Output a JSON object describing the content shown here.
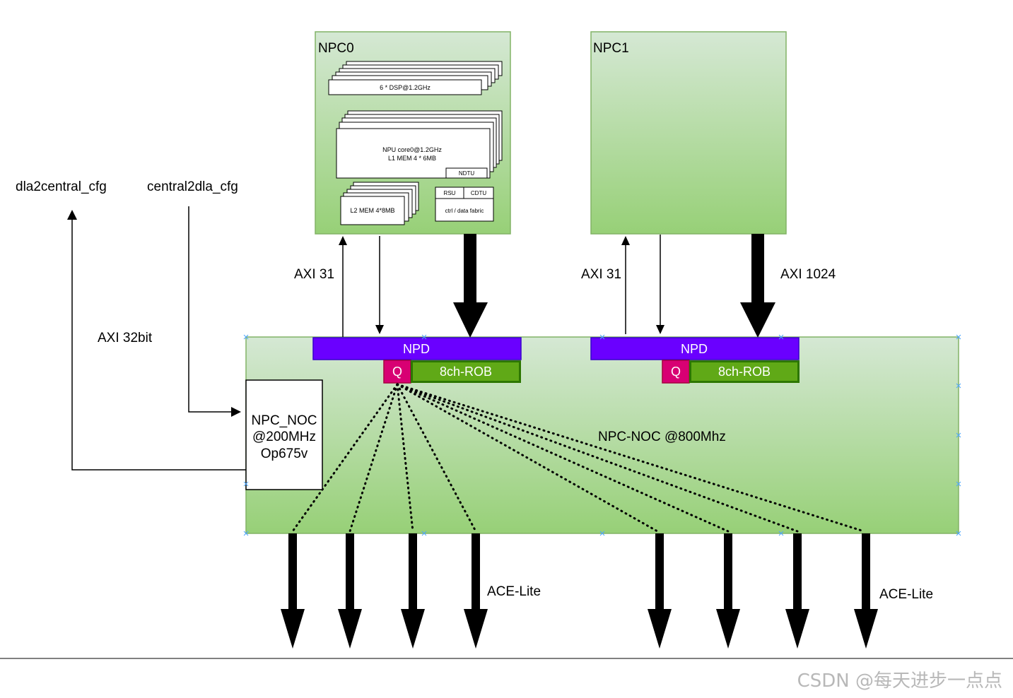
{
  "npc0": {
    "title": "NPC0",
    "dsp": "6 * DSP@1.2GHz",
    "npu_line1": "NPU core0@1.2GHz",
    "npu_line2": "L1 MEM 4 * 6MB",
    "ndtu": "NDTU",
    "l2mem": "L2 MEM 4*8MB",
    "rsu": "RSU",
    "cdtu": "CDTU",
    "fabric": "ctrl / data fabric"
  },
  "npc1": {
    "title": "NPC1"
  },
  "links": {
    "axi31_left": "AXI 31",
    "axi31_right": "AXI 31",
    "axi1024": "AXI 1024",
    "axi32": "AXI 32bit"
  },
  "cfg": {
    "dla2central": "dla2central_cfg",
    "central2dla": "central2dla_cfg"
  },
  "npd_left": {
    "label": "NPD",
    "q": "Q",
    "rob": "8ch-ROB"
  },
  "npd_right": {
    "label": "NPD",
    "q": "Q",
    "rob": "8ch-ROB"
  },
  "npc_noc": {
    "line1": "NPC_NOC",
    "line2": "@200MHz",
    "line3": "Op675v"
  },
  "noc_label": "NPC-NOC @800Mhz",
  "ace_left": "ACE-Lite",
  "ace_right": "ACE-Lite",
  "watermark": "CSDN @每天进步一点点",
  "colors": {
    "green_top": "#d5e8d4",
    "green_bottom": "#97d077",
    "green_border": "#82b366",
    "npd": "#6a00ff",
    "q": "#d80073",
    "rob": "#60a917"
  }
}
